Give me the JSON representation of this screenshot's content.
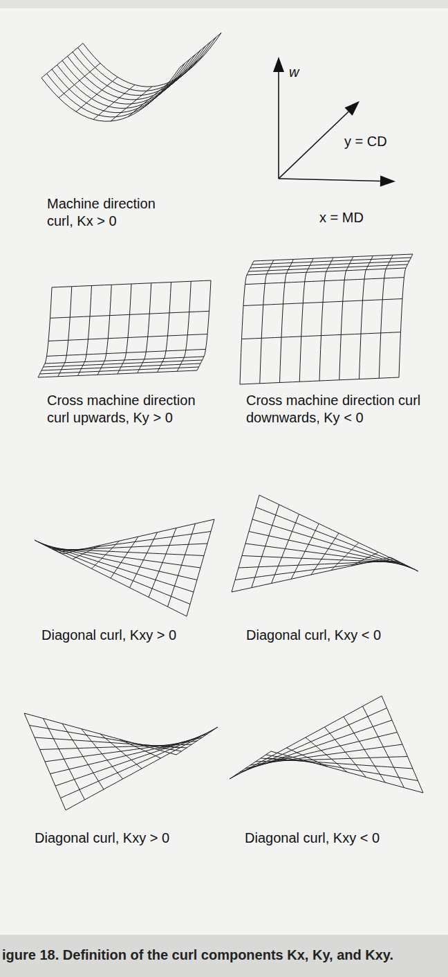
{
  "diagram": {
    "caption": "igure 18. Definition of the curl components Kx, Ky, and Kxy.",
    "labels": [
      "w",
      "y = CD",
      "x = MD",
      "Machine direction curl, Kx > 0",
      "Cross machine direction curl upwards, Ky > 0",
      "Cross machine direction curl downwards, Ky < 0",
      "Diagonal curl, Kxy > 0",
      "Diagonal curl, Kxy < 0",
      "Diagonal curl, Kxy > 0",
      "Diagonal curl, Kxy < 0"
    ]
  }
}
